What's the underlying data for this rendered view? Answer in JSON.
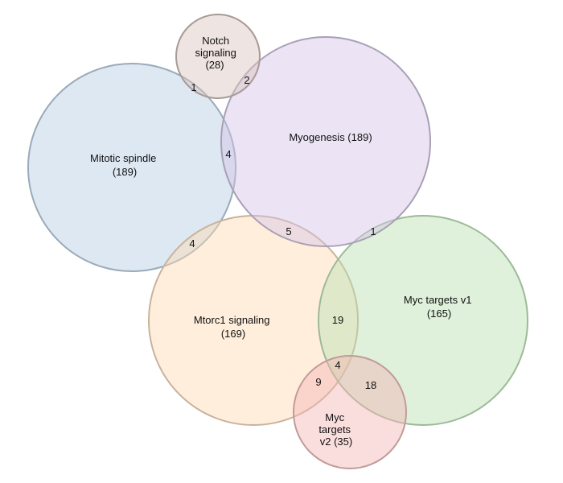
{
  "diagram": {
    "sets": [
      {
        "id": "notch",
        "lines": [
          "Notch",
          "signaling",
          "(28)"
        ],
        "fill": "#d9c3bd",
        "stroke": "#a89a96"
      },
      {
        "id": "myogenesis",
        "lines": [
          "Myogenesis (189)"
        ],
        "fill": "#d5c4e6",
        "stroke": "#a8a0b5"
      },
      {
        "id": "mitotic",
        "lines": [
          "Mitotic spindle",
          "(189)"
        ],
        "fill": "#b3cde3",
        "stroke": "#9aaab8"
      },
      {
        "id": "mtorc1",
        "lines": [
          "Mtorc1 signaling",
          "(169)"
        ],
        "fill": "#fed9b2",
        "stroke": "#c8b39b"
      },
      {
        "id": "myc_v1",
        "lines": [
          "Myc targets v1",
          "(165)"
        ],
        "fill": "#b8e0b0",
        "stroke": "#9dba98"
      },
      {
        "id": "myc_v2",
        "lines": [
          "Myc",
          "targets",
          "v2 (35)"
        ],
        "fill": "#f4b4b4",
        "stroke": "#c29b9b"
      }
    ],
    "overlaps": [
      {
        "sets": [
          "notch",
          "mitotic"
        ],
        "value": "1"
      },
      {
        "sets": [
          "notch",
          "myogenesis"
        ],
        "value": "2"
      },
      {
        "sets": [
          "mitotic",
          "myogenesis"
        ],
        "value": "4"
      },
      {
        "sets": [
          "mitotic",
          "mtorc1"
        ],
        "value": "4"
      },
      {
        "sets": [
          "myogenesis",
          "mtorc1"
        ],
        "value": "5"
      },
      {
        "sets": [
          "myogenesis",
          "myc_v1"
        ],
        "value": "1"
      },
      {
        "sets": [
          "mtorc1",
          "myc_v1"
        ],
        "value": "19"
      },
      {
        "sets": [
          "mtorc1",
          "myc_v1",
          "myc_v2"
        ],
        "value": "4"
      },
      {
        "sets": [
          "mtorc1",
          "myc_v2"
        ],
        "value": "9"
      },
      {
        "sets": [
          "myc_v1",
          "myc_v2"
        ],
        "value": "18"
      }
    ]
  }
}
